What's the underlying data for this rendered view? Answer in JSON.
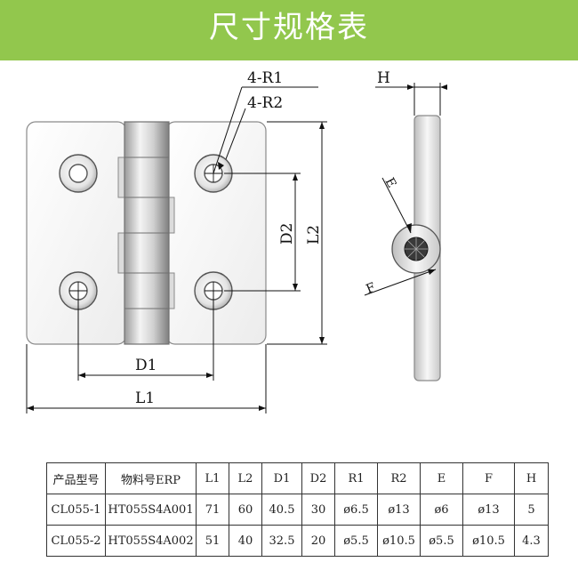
{
  "banner": {
    "title": "尺寸规格表",
    "color": "#92c74d"
  },
  "diagram": {
    "labels": {
      "r1": "4-R1",
      "r2": "4-R2",
      "d1": "D1",
      "d2": "D2",
      "l1": "L1",
      "l2": "L2",
      "h": "H",
      "e": "E",
      "f": "F"
    }
  },
  "table": {
    "headers": [
      "产品型号",
      "物料号ERP",
      "L1",
      "L2",
      "D1",
      "D2",
      "R1",
      "R2",
      "E",
      "F",
      "H"
    ],
    "rows": [
      [
        "CL055-1",
        "HT055S4A001",
        "71",
        "60",
        "40.5",
        "30",
        "ø6.5",
        "ø13",
        "ø6",
        "ø13",
        "5"
      ],
      [
        "CL055-2",
        "HT055S4A002",
        "51",
        "40",
        "32.5",
        "20",
        "ø5.5",
        "ø10.5",
        "ø5.5",
        "ø10.5",
        "4.3"
      ]
    ]
  }
}
